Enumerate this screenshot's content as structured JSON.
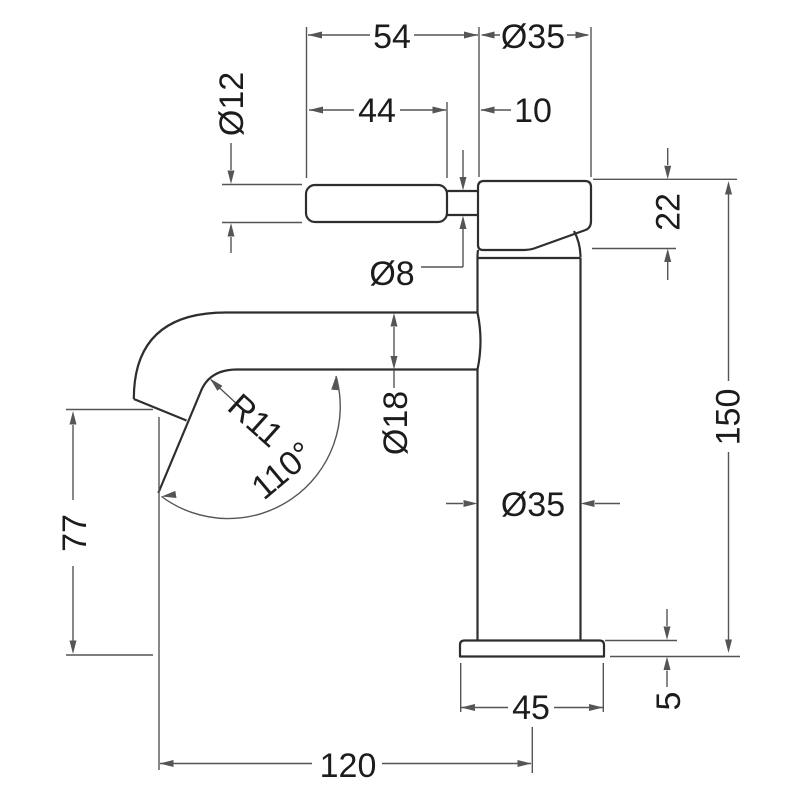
{
  "drawing": {
    "dimensions": {
      "top_span": "54",
      "head_diameter": "Ø35",
      "handle_length": "44",
      "handle_offset": "10",
      "handle_diameter": "Ø12",
      "neck_diameter": "Ø8",
      "head_height": "22",
      "overall_height": "150",
      "spout_diameter": "Ø18",
      "spout_bend_radius": "R11",
      "spout_angle": "110°",
      "spout_outlet_height": "77",
      "body_diameter": "Ø35",
      "base_width": "45",
      "base_height": "5",
      "spout_reach": "120"
    },
    "colors": {
      "line": "#2e2e2e",
      "dim_line": "#555555",
      "text": "#1c1c1c",
      "background": "#ffffff"
    }
  }
}
